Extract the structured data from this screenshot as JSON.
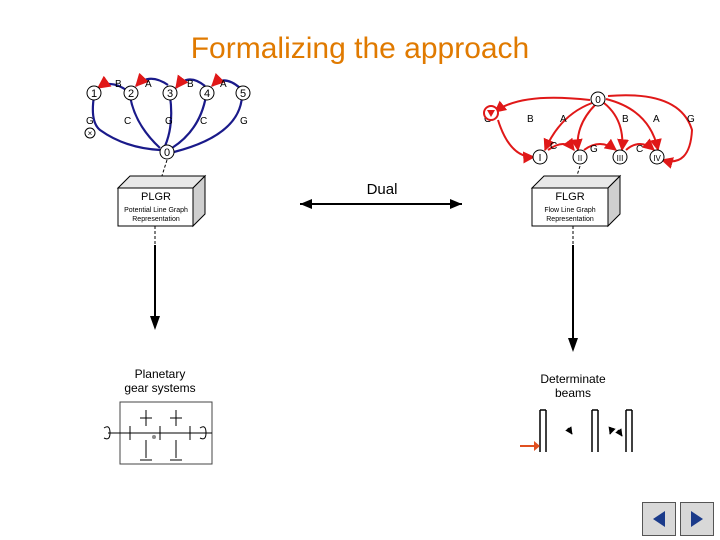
{
  "slide": {
    "title": "Formalizing the approach",
    "dual_label": "Dual"
  },
  "left_graph": {
    "nodes": [
      "1",
      "2",
      "3",
      "4",
      "5",
      "0",
      "×"
    ],
    "edge_labels": [
      "B",
      "A",
      "B",
      "A",
      "G",
      "C",
      "G",
      "C",
      "G"
    ]
  },
  "right_graph": {
    "nodes": [
      "0",
      "I",
      "II",
      "III",
      "IV"
    ],
    "edge_labels": [
      "G",
      "B",
      "A",
      "B",
      "A",
      "G",
      "C",
      "G",
      "C"
    ]
  },
  "left_box": {
    "title": "PLGR",
    "subtitle_line1": "Potential Line Graph",
    "subtitle_line2": "Representation"
  },
  "right_box": {
    "title": "FLGR",
    "subtitle_line1": "Flow Line Graph",
    "subtitle_line2": "Representation"
  },
  "left_caption": {
    "line1": "Planetary",
    "line2": "gear systems"
  },
  "right_caption": {
    "line1": "Determinate",
    "line2": "beams"
  },
  "colors": {
    "title": "#e07a00",
    "edges": "#e01818",
    "beam_force": "#e05020",
    "nav_bg": "#d8d8d8",
    "nav_play": "#1a3a8a"
  },
  "nav": {
    "prev_icon": "play-back-icon",
    "next_icon": "play-forward-icon"
  }
}
